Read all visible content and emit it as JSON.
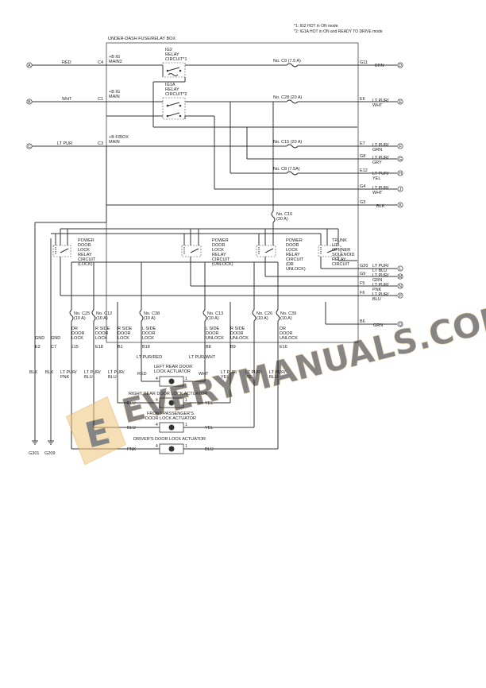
{
  "notes": {
    "n1": "*1: IG2 HOT in ON mode",
    "n2": "*2: IG1A HOT in ON and READY TO DRIVE mode"
  },
  "box_title": "UNDER-DASH FUSE/RELAY BOX",
  "left_inputs": [
    {
      "conn": "A",
      "color": "RED",
      "pin": "C4",
      "lbl1": "+B IG",
      "lbl2": "MAIN2"
    },
    {
      "conn": "B",
      "color": "WHT",
      "pin": "C1",
      "lbl1": "+B IG",
      "lbl2": "MAIN"
    },
    {
      "conn": "C",
      "color": "LT PUR",
      "pin": "C3",
      "lbl1": "+B F/BOX",
      "lbl2": "MAIN"
    }
  ],
  "relays": {
    "ig2": [
      "IG2",
      "RELAY",
      "CIRCUIT*1"
    ],
    "ig1a": [
      "IG1A",
      "RELAY",
      "CIRCUIT*2"
    ]
  },
  "fuses_top": [
    "No. C9 (7.5 A)",
    "No. C28 (20 A)",
    "No. C15 (20 A)",
    "No. C8 (7.5A)"
  ],
  "fuse_c16": [
    "No. C16",
    "(20 A)"
  ],
  "right_outputs": [
    {
      "pin": "G11",
      "color1": "BRN",
      "color2": "",
      "conn": "D"
    },
    {
      "pin": "E6",
      "color1": "LT PUR/",
      "color2": "WHT",
      "conn": "E"
    },
    {
      "pin": "E7",
      "color1": "LT PUR/",
      "color2": "GRN",
      "conn": "F"
    },
    {
      "pin": "G8",
      "color1": "LT PUR/",
      "color2": "GRY",
      "conn": "G"
    },
    {
      "pin": "E12",
      "color1": "LT PUR/",
      "color2": "YEL",
      "conn": "H"
    },
    {
      "pin": "G4",
      "color1": "LT PUR/",
      "color2": "WHT",
      "conn": "J"
    },
    {
      "pin": "G3",
      "color1": "BLK",
      "color2": "",
      "conn": "K"
    },
    {
      "pin": "G20",
      "color1": "LT PUR/",
      "color2": "LT BLU",
      "conn": "L"
    },
    {
      "pin": "G9",
      "color1": "LT PUR/",
      "color2": "GRN",
      "conn": "M"
    },
    {
      "pin": "F5",
      "color1": "LT PUR/",
      "color2": "PNK",
      "conn": "N"
    },
    {
      "pin": "F6",
      "color1": "LT PUR/",
      "color2": "BLU",
      "conn": "P"
    },
    {
      "pin": "B6",
      "color1": "GRN",
      "color2": "",
      "conn": "Q"
    }
  ],
  "door_relays": [
    [
      "POWER",
      "DOOR",
      "LOCK",
      "RELAY",
      "CIRCUIT",
      "(LOCK)"
    ],
    [
      "POWER",
      "DOOR",
      "LOCK",
      "RELAY",
      "CIRCUIT",
      "(UNLOCK)"
    ],
    [
      "POWER",
      "DOOR",
      "LOCK",
      "RELAY",
      "CIRCUIT",
      "(DR",
      "UNLOCK)"
    ],
    [
      "TRUNK",
      "LID",
      "OPENER",
      "SOLENOID",
      "RELAY",
      "CIRCUIT"
    ]
  ],
  "fuses_bottom": [
    {
      "name": "No. C25",
      "rating": "(10 A)",
      "lines": [
        "DR",
        "DOOR",
        "LOCK"
      ],
      "pin": "E15"
    },
    {
      "name": "No. C12",
      "rating": "(10 A)",
      "lines": [
        "R SIDE",
        "DOOR",
        "LOCK"
      ],
      "pin": "E18"
    },
    {
      "name": "",
      "rating": "",
      "lines": [
        "R SIDE",
        "DOOR",
        "LOCK"
      ],
      "pin": "B1"
    },
    {
      "name": "No. C38",
      "rating": "(10 A)",
      "lines": [
        "L SIDE",
        "DOOR",
        "LOCK"
      ],
      "pin": "B18"
    },
    {
      "name": "No. C13",
      "rating": "(10 A)",
      "lines": [
        "L SIDE",
        "DOOR",
        "UNLOCK"
      ],
      "pin": "B8"
    },
    {
      "name": "No. C26",
      "rating": "(10 A)",
      "lines": [
        "R SIDE",
        "DOOR",
        "UNLOCK"
      ],
      "pin": "B9"
    },
    {
      "name": "No. C39",
      "rating": "(10 A)",
      "lines": [
        "DR",
        "DOOR",
        "UNLOCK"
      ],
      "pin": "E16"
    }
  ],
  "gnd_pins": [
    {
      "label": "GND",
      "pin": "E2",
      "color": "BLK",
      "ground": "G301"
    },
    {
      "label": "GND",
      "pin": "C7",
      "color": "BLK",
      "ground": "G209"
    }
  ],
  "lower_wires": {
    "w1": [
      "LT PUR/",
      "PNK"
    ],
    "w2": [
      "LT PUR/",
      "BLU"
    ],
    "w3": [
      "LT PUR/",
      "BLU"
    ],
    "w5": [
      "LT PUR/",
      "YEL"
    ],
    "w6": [
      "LT PUR/",
      "YEL"
    ],
    "w7": [
      "LT PUR/",
      "BLU"
    ],
    "red": "RED",
    "wht": "WHT",
    "pur_red": "LT PUR/RED",
    "pur_wht": "LT PUR/WHT"
  },
  "actuators": [
    {
      "name": "LEFT REAR DOOR LOCK ACTUATOR",
      "lines": [
        "LEFT REAR DOOR",
        "LOCK ACTUATOR"
      ],
      "left_color": "",
      "right_color": ""
    },
    {
      "name": "RIGHT REAR DOOR LOCK ACTUATOR",
      "lines": [
        "RIGHT REAR DOOR LOCK ACTUATOR"
      ],
      "left_color": "BLU",
      "right_color": "YEL"
    },
    {
      "name": "FRONT PASSENGER'S DOOR LOCK ACTUATOR",
      "lines": [
        "FRONT PASSENGER'S",
        "DOOR LOCK ACTUATOR"
      ],
      "left_color": "BLU",
      "right_color": "YEL"
    },
    {
      "name": "DRIVER'S DOOR LOCK ACTUATOR",
      "lines": [
        "DRIVER'S DOOR LOCK ACTUATOR"
      ],
      "left_color": "PNK",
      "right_color": "BLU"
    }
  ],
  "actuator_pins": {
    "left": "4",
    "right": "1"
  },
  "watermark": "EVERYMANUALS.COM"
}
